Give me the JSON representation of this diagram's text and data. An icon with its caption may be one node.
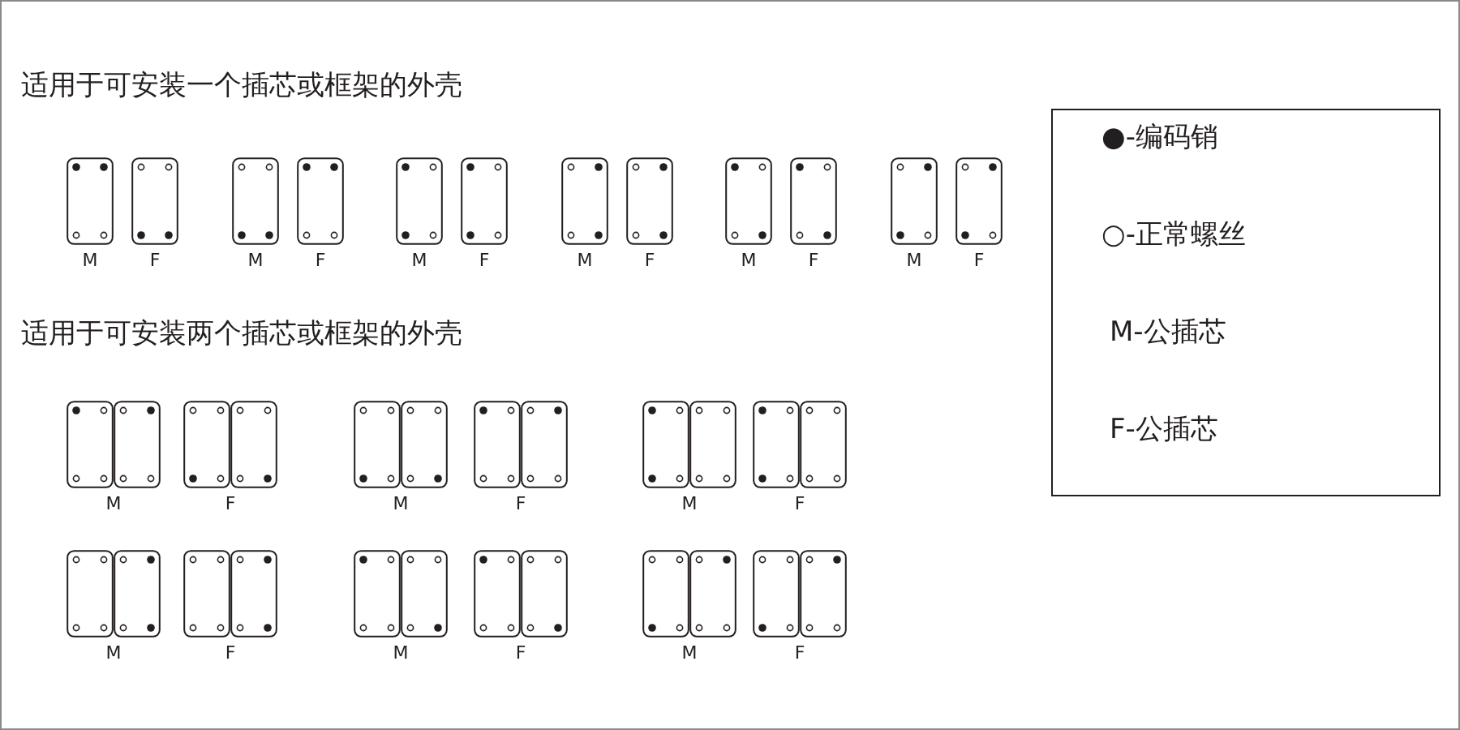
{
  "diagram": {
    "nodes": [
      {
        "text": [],
        "shape": "box",
        "beside": [
          "M"
        ]
      },
      {
        "text": [],
        "shape": "box",
        "beside": [
          "F"
        ]
      },
      {
        "text": [],
        "shape": "box",
        "beside": [
          "M"
        ]
      },
      {
        "text": [],
        "shape": "box",
        "beside": [
          "F"
        ]
      },
      {
        "text": [],
        "shape": "box",
        "beside": [
          "M"
        ]
      },
      {
        "text": [],
        "shape": "box",
        "beside": [
          "F"
        ]
      },
      {
        "text": [],
        "shape": "box",
        "beside": [
          "M"
        ]
      },
      {
        "text": [],
        "shape": "box",
        "beside": [
          "F"
        ]
      },
      {
        "text": [],
        "shape": "box",
        "beside": [
          "M"
        ]
      },
      {
        "text": [],
        "shape": "box",
        "beside": [
          "F"
        ]
      },
      {
        "text": [],
        "shape": "box",
        "beside": [
          "M"
        ]
      },
      {
        "text": [],
        "shape": "box",
        "beside": [
          "F"
        ]
      },
      {
        "text": [],
        "shape": "box",
        "beside": [
          "M"
        ]
      },
      {
        "text": [],
        "shape": "box",
        "beside": [
          "F"
        ]
      },
      {
        "text": [],
        "shape": "box",
        "beside": [
          "M"
        ]
      },
      {
        "text": [],
        "shape": "box",
        "beside": [
          "F"
        ]
      },
      {
        "text": [],
        "shape": "box",
        "beside": [
          "M"
        ]
      },
      {
        "text": [],
        "shape": "box",
        "beside": [
          "F"
        ]
      },
      {
        "text": [],
        "shape": "box",
        "beside": [
          "M"
        ]
      },
      {
        "text": [],
        "shape": "box",
        "beside": [
          "F"
        ]
      },
      {
        "text": [],
        "shape": "box",
        "beside": [
          "M"
        ]
      },
      {
        "text": [],
        "shape": "box",
        "beside": [
          "F"
        ]
      },
      {
        "text": [],
        "shape": "box",
        "beside": [
          "M"
        ]
      },
      {
        "text": [],
        "shape": "box",
        "beside": [
          "F"
        ]
      }
    ],
    "edges": [],
    "labels": [
      "适用于可安装一个插芯或框架的外壳",
      "适用于可安装两个插芯或框架的外壳"
    ],
    "legend": [
      {
        "text": "●-编码销"
      },
      {
        "text": "○-正常螺丝"
      },
      {
        "text": "M-公插芯"
      },
      {
        "text": "F-公插芯"
      }
    ]
  }
}
